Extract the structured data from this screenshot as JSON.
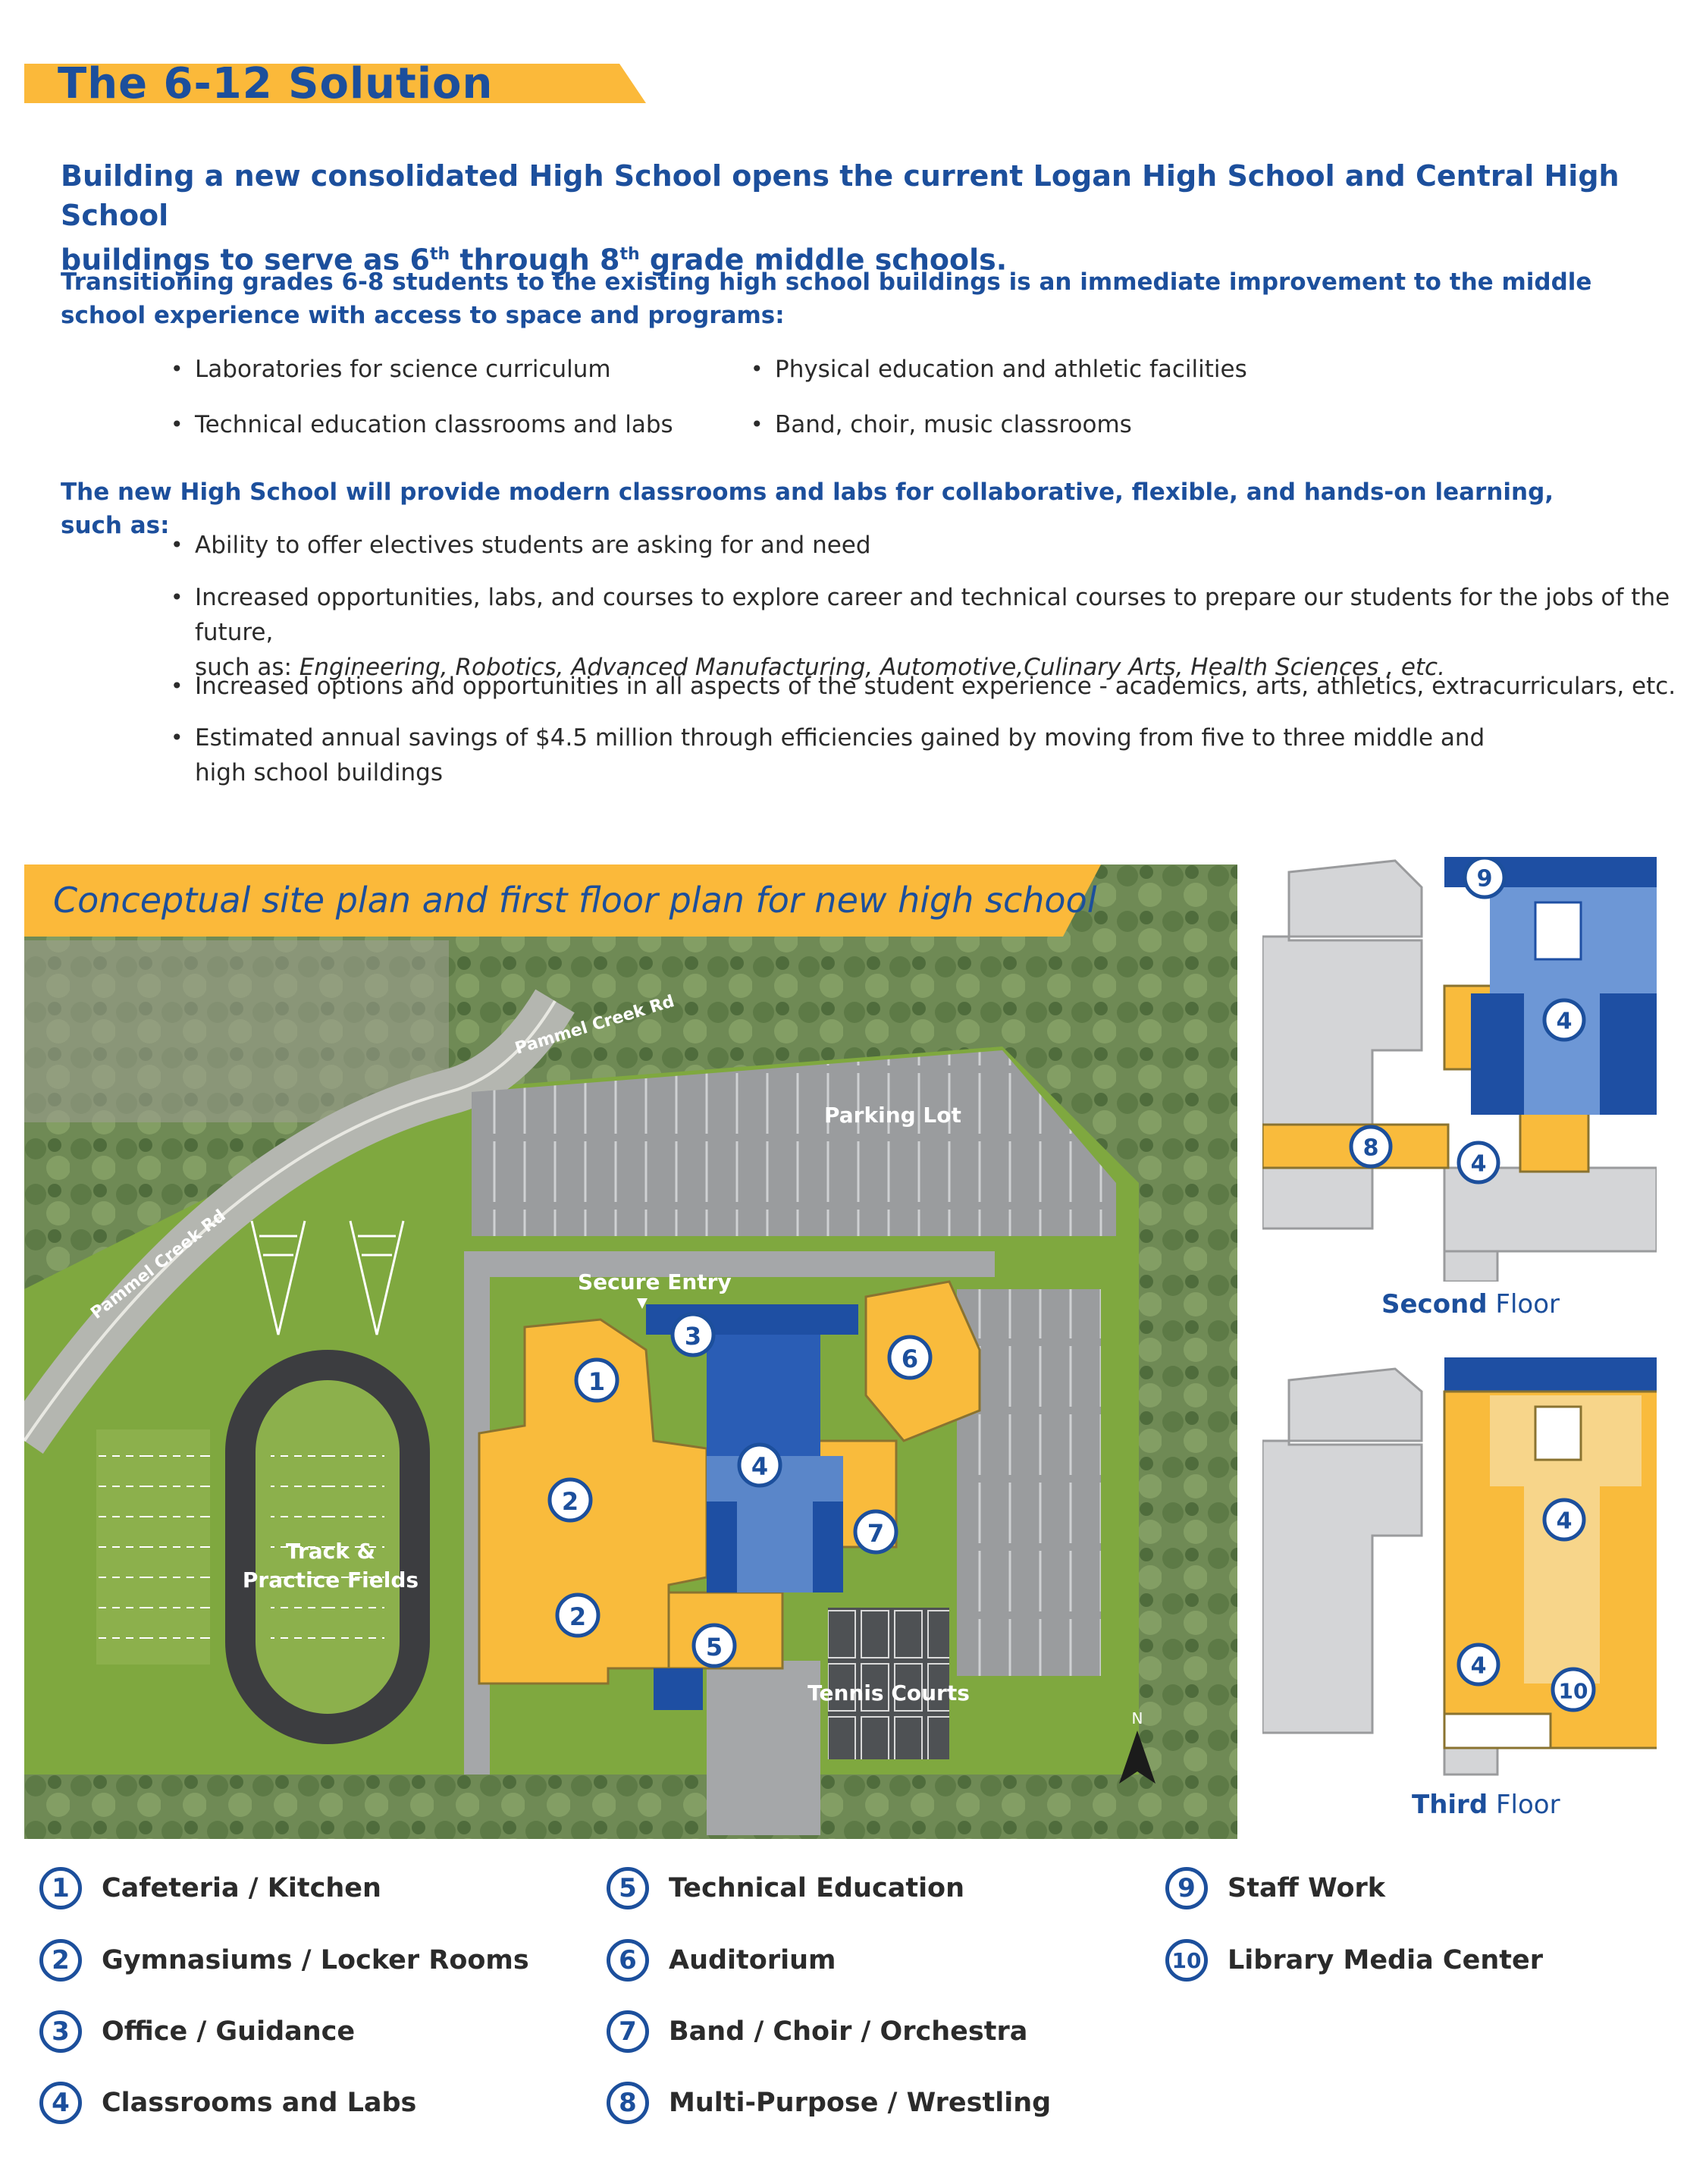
{
  "header": {
    "title": "The 6-12 Solution"
  },
  "intro": {
    "heading_line1": "Building a new consolidated High School opens the current Logan High School and Central High School",
    "heading_line2_pre": "buildings to serve as 6",
    "sup1": "th",
    "heading_line2_mid": " through 8",
    "sup2": "th",
    "heading_line2_post": " grade middle schools."
  },
  "transition": {
    "heading": "Transitioning grades 6-8 students to the existing high school buildings is an immediate improvement to the middle school experience with access to space and programs:",
    "bullets": [
      "Laboratories for science curriculum",
      "Physical education and athletic facilities",
      "Technical education classrooms and labs",
      "Band, choir, music classrooms"
    ]
  },
  "new_school": {
    "heading": "The new High School will provide modern classrooms and labs for collaborative, flexible, and hands-on learning, such as:",
    "bullet1": "Ability to offer electives students are asking for and need",
    "bullet2_line1": "Increased opportunities, labs, and courses to explore career and technical courses to prepare our students for the jobs of the future,",
    "bullet2_line2_pre": "such as: ",
    "bullet2_line2_italic": "Engineering, Robotics, Advanced Manufacturing, Automotive,Culinary Arts, Health Sciences , etc.",
    "bullet3": "Increased options and opportunities in all aspects of the student experience - academics, arts, athletics, extracurriculars, etc.",
    "bullet4_line1": "Estimated annual savings of $4.5 million through efficiencies gained by moving from five to three middle and",
    "bullet4_line2": "high school buildings"
  },
  "site_plan": {
    "banner": "Conceptual site plan and first floor plan for new high school",
    "road1": "Pammel Creek Rd",
    "road2": "Pammel Creek Rd",
    "parking": "Parking Lot",
    "secure_entry": "Secure Entry",
    "track_line1": "Track &",
    "track_line2": "Practice Fields",
    "tennis": "Tennis Courts",
    "north": "N"
  },
  "floors": {
    "second_bold": "Second",
    "second_rest": " Floor",
    "third_bold": "Third",
    "third_rest": " Floor"
  },
  "legend": [
    {
      "num": "1",
      "label": "Cafeteria / Kitchen"
    },
    {
      "num": "2",
      "label": "Gymnasiums / Locker Rooms"
    },
    {
      "num": "3",
      "label": "Office / Guidance"
    },
    {
      "num": "4",
      "label": "Classrooms and Labs"
    },
    {
      "num": "5",
      "label": "Technical Education"
    },
    {
      "num": "6",
      "label": "Auditorium"
    },
    {
      "num": "7",
      "label": "Band / Choir / Orchestra"
    },
    {
      "num": "8",
      "label": "Multi-Purpose / Wrestling"
    },
    {
      "num": "9",
      "label": "Staff Work"
    },
    {
      "num": "10",
      "label": "Library Media Center"
    }
  ],
  "colors": {
    "brand_blue": "#1c4f9c",
    "accent_gold": "#fbb93a",
    "turf_green": "#7aa33a"
  }
}
